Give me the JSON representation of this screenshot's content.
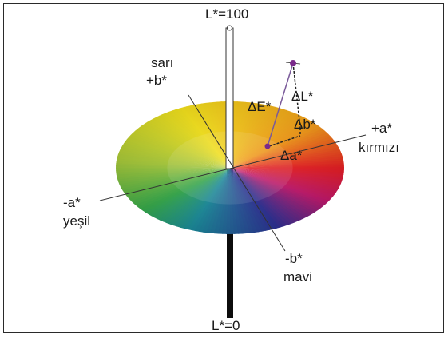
{
  "labels": {
    "l_top": "L*=100",
    "l_bottom": "L*=0",
    "yellow_name": "sarı",
    "plus_b": "+b*",
    "plus_a": "+a*",
    "red_name": "kırmızı",
    "minus_a": "-a*",
    "green_name": "yeşil",
    "minus_b": "-b*",
    "blue_name": "mavi",
    "delta_e": "ΔE*",
    "delta_l": "ΔL*",
    "delta_b": "Δb*",
    "delta_a": "Δa*"
  },
  "colors": {
    "yellow": "#f4e21c",
    "orange": "#f39a1a",
    "red": "#e51e23",
    "magenta": "#c0186b",
    "blue": "#2c2f92",
    "cyan": "#1a8a9a",
    "green": "#35a84a",
    "lime": "#a6c83a",
    "marker": "#7a2a8a"
  }
}
